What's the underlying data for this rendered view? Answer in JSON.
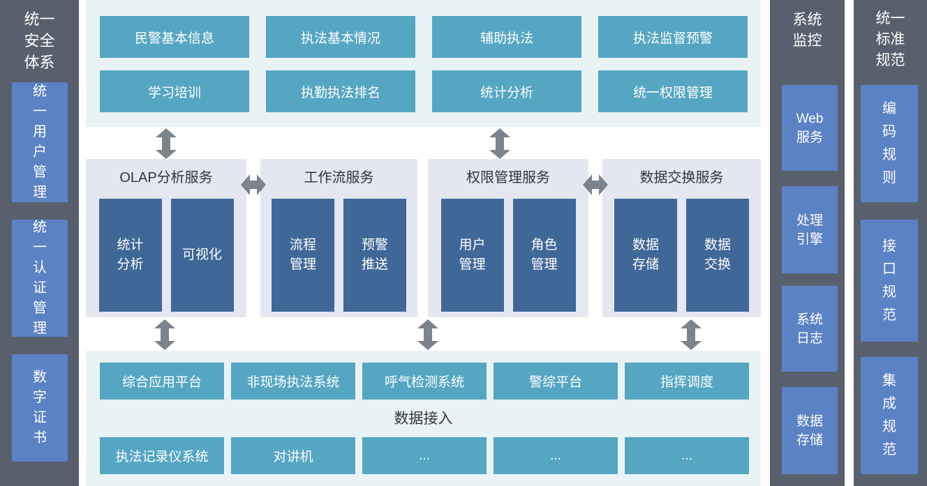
{
  "colors": {
    "dark": "#59606d",
    "blue": "#5b82c5",
    "teal": "#55a6c2",
    "light": "#e9f3f6",
    "panel": "#e4e7f0",
    "navy": "#3f6798",
    "arrow": "#7b838c",
    "ink": "#33353a"
  },
  "left_sidebar": {
    "title": "统一\n安全\n体系",
    "items": [
      "统\n一\n用\n户\n管\n理",
      "统\n一\n认\n证\n管\n理",
      "数\n字\n证\n书"
    ]
  },
  "top_modules": {
    "rows": [
      [
        "民警基本信息",
        "执法基本情况",
        "辅助执法",
        "执法监督预警"
      ],
      [
        "学习培训",
        "执勤执法排名",
        "统计分析",
        "统一权限管理"
      ]
    ]
  },
  "services": [
    {
      "title": "OLAP分析服务",
      "items": [
        "统计\n分析",
        "可视化"
      ]
    },
    {
      "title": "工作流服务",
      "items": [
        "流程\n管理",
        "预警\n推送"
      ]
    },
    {
      "title": "权限管理服务",
      "items": [
        "用户\n管理",
        "角色\n管理"
      ]
    },
    {
      "title": "数据交换服务",
      "items": [
        "数据\n存储",
        "数据\n交换"
      ]
    }
  ],
  "access_layer": {
    "title": "数据接入",
    "row1": [
      "综合应用平台",
      "非现场执法系统",
      "呼气检测系统",
      "警综平台",
      "指挥调度"
    ],
    "row2": [
      "执法记录仪系统",
      "对讲机",
      "...",
      "...",
      "..."
    ]
  },
  "monitor_column": {
    "title": "系统\n监控",
    "items": [
      "Web\n服务",
      "处理\n引擎",
      "系统\n日志",
      "数据\n存储"
    ]
  },
  "standards_column": {
    "title": "统一\n标准\n规范",
    "items": [
      "编\n码\n规\n则",
      "接\n口\n规\n范",
      "集\n成\n规\n范"
    ]
  }
}
